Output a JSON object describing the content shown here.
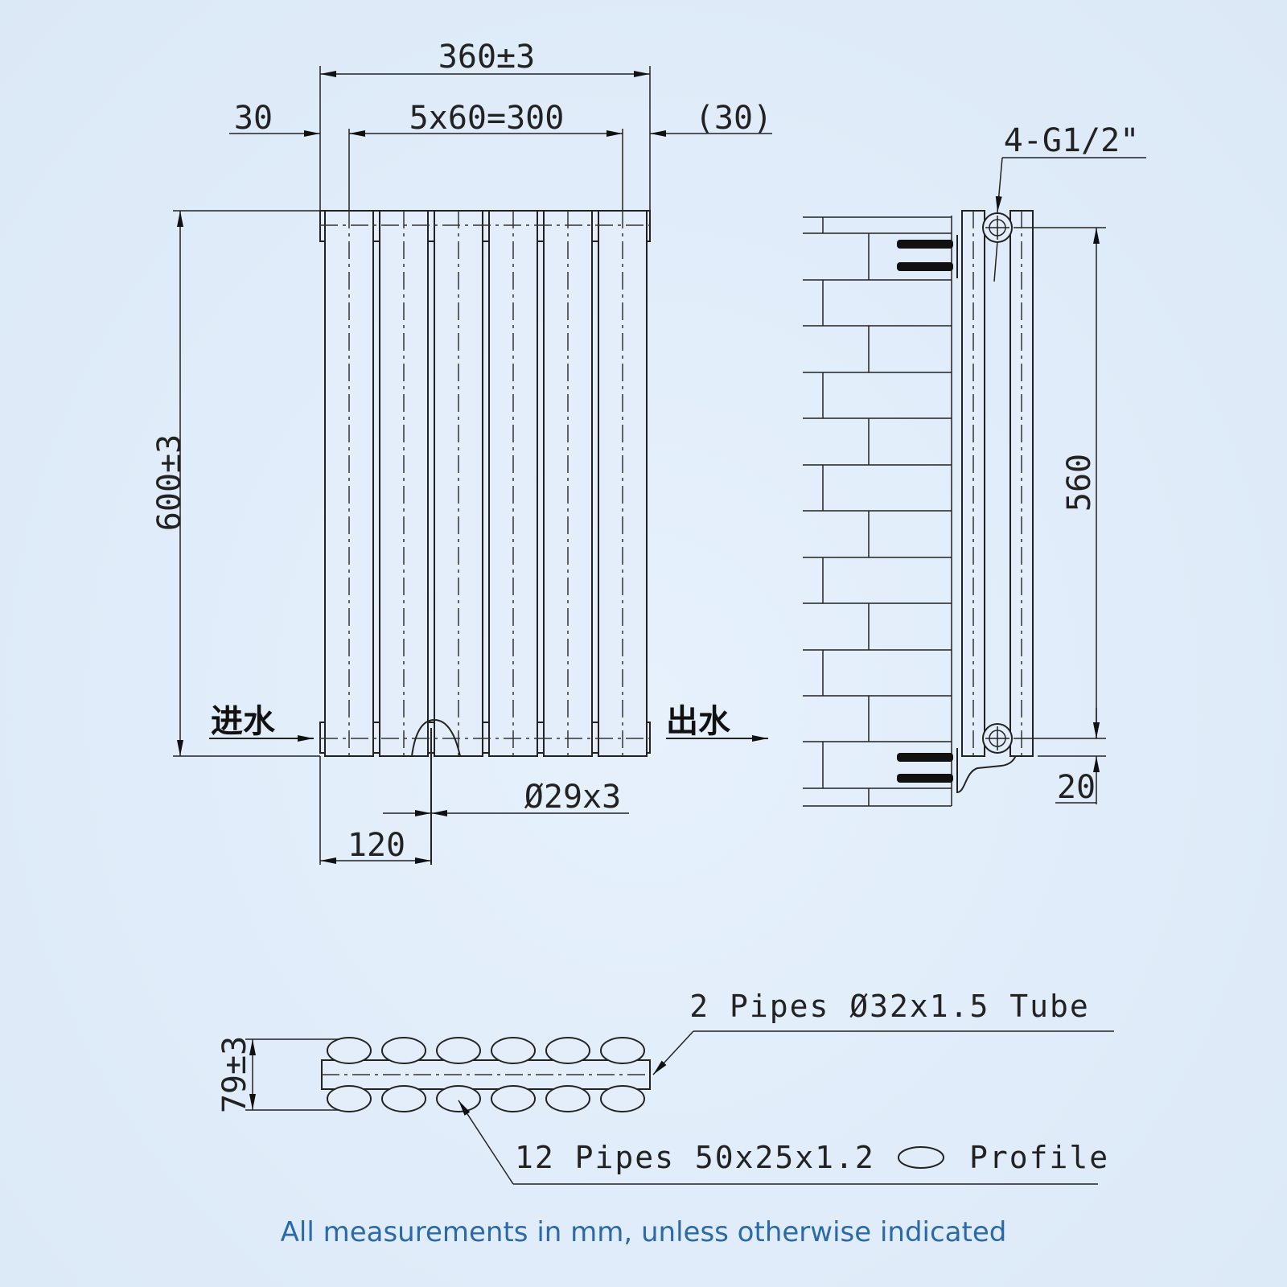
{
  "front_view": {
    "overall_width": "360±3",
    "left_offset": "30",
    "column_spacing": "5x60=300",
    "right_offset": "(30)",
    "height": "600±3",
    "inlet_label": "进水",
    "outlet_label": "出水",
    "inlet_pipe": "Ø29x3",
    "inlet_position": "120",
    "columns": 6
  },
  "side_view": {
    "connection": "4-G1/2\"",
    "center_distance": "560",
    "bottom_offset": "20"
  },
  "section_view": {
    "depth": "79±3",
    "tube_label": "2 Pipes Ø32x1.5 Tube",
    "profile_label_prefix": "12 Pipes 50x25x1.2",
    "profile_label_suffix": "Profile"
  },
  "footer": {
    "note": "All measurements in mm, unless otherwise indicated"
  }
}
